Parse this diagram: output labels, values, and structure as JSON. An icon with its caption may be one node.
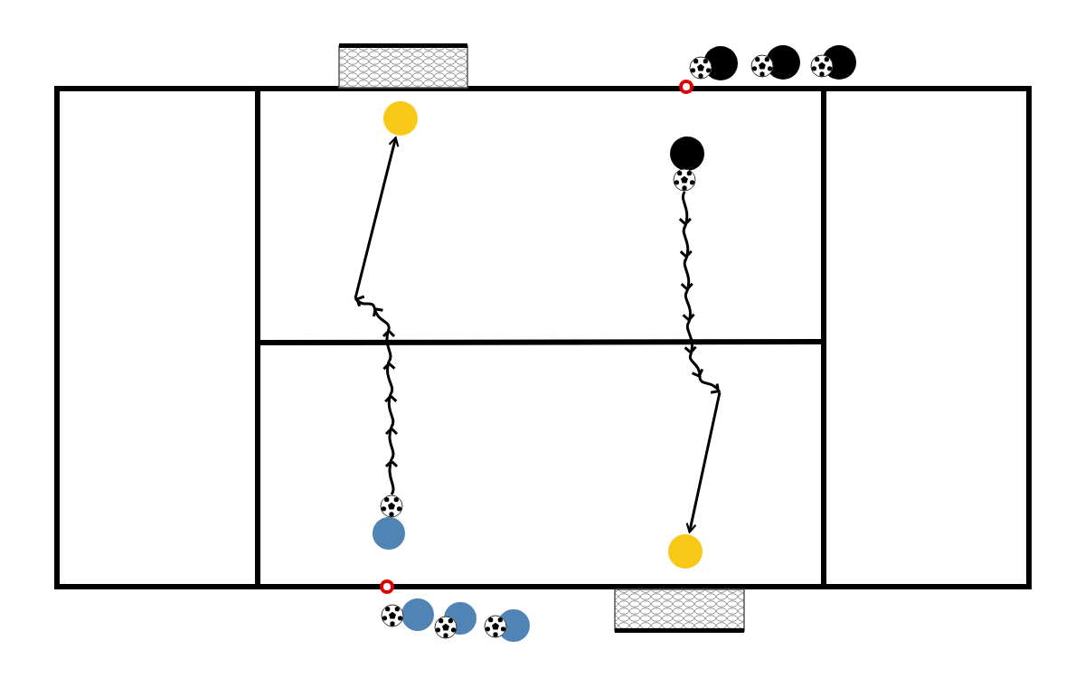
{
  "diagram": {
    "nodes": [
      {
        "text": [],
        "shape": "circle"
      },
      {
        "text": [],
        "shape": "circle"
      },
      {
        "text": [],
        "shape": "circle"
      },
      {
        "text": [],
        "shape": "circle"
      },
      {
        "text": [],
        "shape": "circle"
      },
      {
        "text": [],
        "shape": "circle"
      },
      {
        "text": [],
        "shape": "circle"
      },
      {
        "text": [],
        "shape": "circle"
      },
      {
        "text": [],
        "shape": "circle"
      },
      {
        "text": [],
        "shape": "circle"
      }
    ],
    "edges": [
      {
        "from": 5,
        "to": 3,
        "arrow": "to"
      },
      {
        "from": 4,
        "to": 6,
        "arrow": "to"
      }
    ]
  }
}
